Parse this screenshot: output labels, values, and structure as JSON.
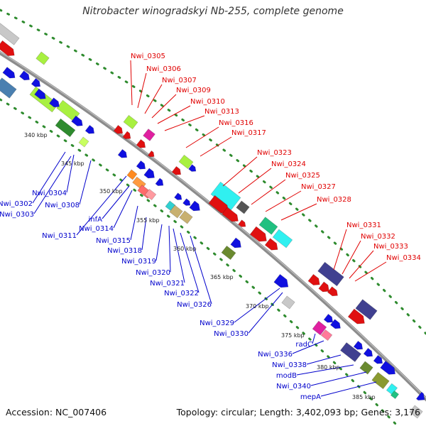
{
  "title": "Nitrobacter winogradskyi Nb-255, complete genome",
  "accession": "Accession: NC_007406",
  "topology": "Topology: circular; Length: 3,402,093 bp; Genes: 3,176",
  "colors": {
    "backbone": "#8c8c8c",
    "tick_dots": "#2e8b2e",
    "forward_label": "#e00000",
    "reverse_label": "#0000cc"
  },
  "ticks": [
    "340 kbp",
    "345 kbp",
    "350 kbp",
    "355 kbp",
    "360 kbp",
    "365 kbp",
    "370 kbp",
    "375 kbp",
    "380 kbp",
    "385 kbp"
  ],
  "forward_genes": [
    "Nwi_0305",
    "Nwi_0306",
    "Nwi_0307",
    "Nwi_0309",
    "Nwi_0310",
    "Nwi_0313",
    "Nwi_0316",
    "Nwi_0317",
    "Nwi_0323",
    "Nwi_0324",
    "Nwi_0325",
    "Nwi_0327",
    "Nwi_0328",
    "Nwi_0331",
    "Nwi_0332",
    "Nwi_0333",
    "Nwi_0334"
  ],
  "reverse_genes": [
    "Nwi_0304",
    "Nwi_0302",
    "Nwi_0303",
    "Nwi_0308",
    "Nwi_0311",
    "infA",
    "Nwi_0314",
    "Nwi_0315",
    "Nwi_0318",
    "Nwi_0319",
    "Nwi_0320",
    "Nwi_0321",
    "Nwi_0322",
    "Nwi_0326",
    "Nwi_0329",
    "Nwi_0330",
    "radC",
    "Nwi_0336",
    "Nwi_0338",
    "modB",
    "Nwi_0340",
    "mepA"
  ]
}
